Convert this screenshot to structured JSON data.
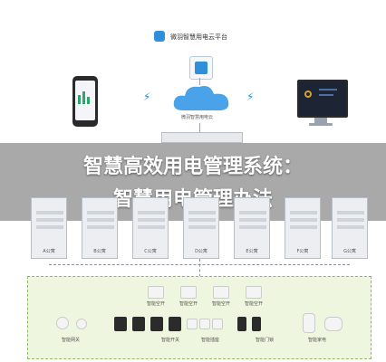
{
  "platform": {
    "title": "微羽智慧用电云平台"
  },
  "cloud_label": "微羽智慧用电云",
  "banner": {
    "line1": "智慧高效用电管理系统：",
    "line2": "智慧用电管理办法"
  },
  "panels": [
    {
      "label": "A公寓"
    },
    {
      "label": "B公寓"
    },
    {
      "label": "C公寓"
    },
    {
      "label": "D公寓"
    },
    {
      "label": "E公寓"
    },
    {
      "label": "F公寓"
    },
    {
      "label": "G公寓"
    }
  ],
  "devices_top": [
    {
      "label": "智能空开"
    },
    {
      "label": "智能空开"
    },
    {
      "label": "智能空开"
    },
    {
      "label": "智能空开"
    }
  ],
  "devices_bottom": [
    {
      "label": "智能网关"
    },
    {
      "label": "智能开关"
    },
    {
      "label": "智能插座"
    },
    {
      "label": "智能门锁"
    },
    {
      "label": "智能家电"
    }
  ],
  "colors": {
    "accent": "#2f8fd8",
    "banner": "#969696",
    "green_bg": "#eff6df"
  },
  "icons": [
    "cloud-logo-icon",
    "server-icon",
    "phone-icon",
    "monitor-icon",
    "lightning-icon",
    "cloud-icon"
  ]
}
